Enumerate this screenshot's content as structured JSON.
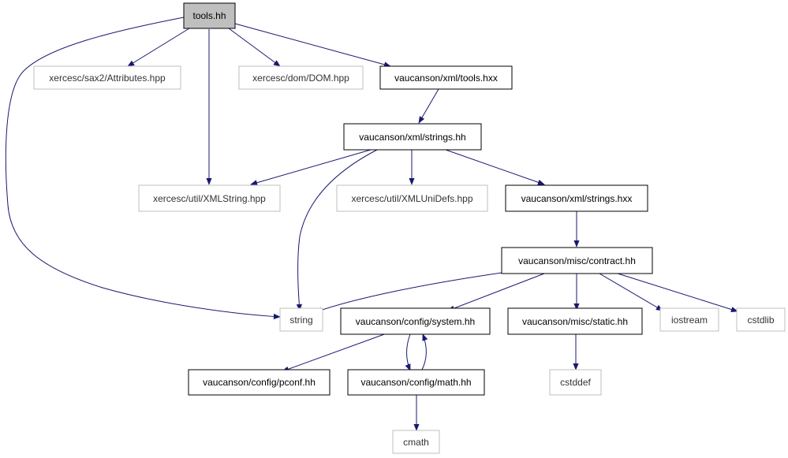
{
  "diagram": {
    "colors": {
      "edge": "#191970",
      "local_border": "#000000",
      "system_border": "#bfbfbf",
      "root_fill": "#bfbfbf"
    },
    "nodes": {
      "tools_hh": "tools.hh",
      "attributes": "xercesc/sax2/Attributes.hpp",
      "dom": "xercesc/dom/DOM.hpp",
      "tools_hxx": "vaucanson/xml/tools.hxx",
      "strings_hh": "vaucanson/xml/strings.hh",
      "xmlstring": "xercesc/util/XMLString.hpp",
      "xmlunidefs": "xercesc/util/XMLUniDefs.hpp",
      "strings_hxx": "vaucanson/xml/strings.hxx",
      "contract": "vaucanson/misc/contract.hh",
      "string": "string",
      "system": "vaucanson/config/system.hh",
      "static": "vaucanson/misc/static.hh",
      "iostream": "iostream",
      "cstdlib": "cstdlib",
      "pconf": "vaucanson/config/pconf.hh",
      "math": "vaucanson/config/math.hh",
      "cstddef": "cstddef",
      "cmath": "cmath"
    }
  }
}
